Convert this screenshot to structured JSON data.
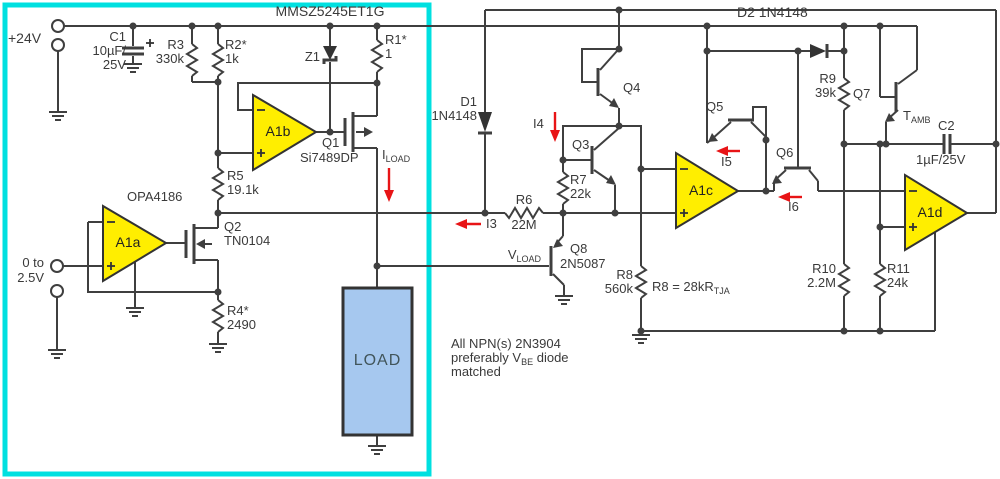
{
  "power": {
    "rail": "+24V",
    "input_line1": "0 to",
    "input_line2": "2.5V"
  },
  "parts": {
    "c1_name": "C1",
    "c1_val1": "10µF/",
    "c1_val2": "25V",
    "r3_name": "R3",
    "r3_val": "330k",
    "r2_name": "R2*",
    "r2_val": "1k",
    "zener_part": "MMSZ5245ET1G",
    "z1_name": "Z1",
    "r1_name": "R1*",
    "r1_val": "1",
    "q1_name": "Q1",
    "q1_part": "Si7489DP",
    "opamp_part": "OPA4186",
    "a1a": "A1a",
    "a1b": "A1b",
    "a1c": "A1c",
    "a1d": "A1d",
    "q2_name": "Q2",
    "q2_part": "TN0104",
    "r5_name": "R5",
    "r5_val": "19.1k",
    "r4_name": "R4*",
    "r4_val": "2490",
    "load": "LOAD",
    "d1_name": "D1",
    "d1_part": "1N4148",
    "r6_name": "R6",
    "r6_val": "22M",
    "r7_name": "R7",
    "r7_val": "22k",
    "q3_name": "Q3",
    "q4_name": "Q4",
    "q8_name": "Q8",
    "q8_part": "2N5087",
    "r8_name": "R8",
    "r8_val": "560k",
    "r8_eq_base": "R8 = 28kR",
    "r8_eq_sub": "TJA",
    "q5_name": "Q5",
    "q6_name": "Q6",
    "d2_label": "D2  1N4148",
    "r9_name": "R9",
    "r9_val": "39k",
    "q7_name": "Q7",
    "tamb_base": "T",
    "tamb_sub": "AMB",
    "c2_name": "C2",
    "c2_val": "1µF/25V",
    "r10_name": "R10",
    "r10_val": "2.2M",
    "r11_name": "R11",
    "r11_val": "24k"
  },
  "currents": {
    "iload_base": "I",
    "iload_sub": "LOAD",
    "i3": "I3",
    "i4": "I4",
    "i5": "I5",
    "i6": "I6"
  },
  "vload": {
    "base": "V",
    "sub": "LOAD"
  },
  "note": {
    "line1": "All NPN(s) 2N3904",
    "line2_base": "preferably V",
    "line2_sub": "BE",
    "line2_end": " diode",
    "line3": "matched"
  },
  "colors": {
    "accent_cyan": "#00e0e0",
    "opamp_yellow": "#ffee00",
    "load_blue": "#a6c8ef",
    "wire_gray": "#3f3f3f",
    "current_red": "#e81416"
  }
}
